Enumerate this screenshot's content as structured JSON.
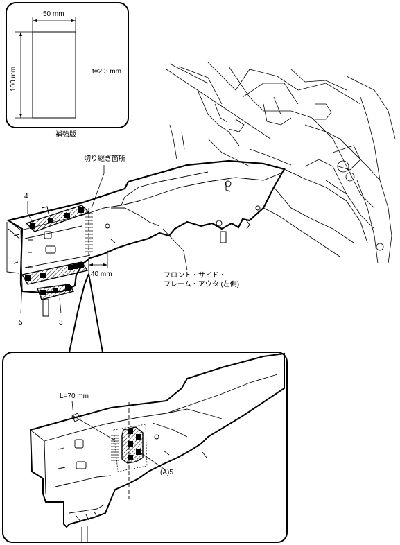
{
  "plate_detail": {
    "width": "50 mm",
    "height": "100 mm",
    "thickness": "t=2.3 mm",
    "caption": "補強版"
  },
  "callouts": {
    "cut_location": "切り継ぎ箇所",
    "num_4": "4",
    "num_5": "5",
    "num_3": "3",
    "distance": "40 mm",
    "part_name_line1": "フロント・サイド・",
    "part_name_line2": "フレーム・アウタ (左側)"
  },
  "inset": {
    "length": "L=70 mm",
    "weld_ref": "(A)5"
  }
}
